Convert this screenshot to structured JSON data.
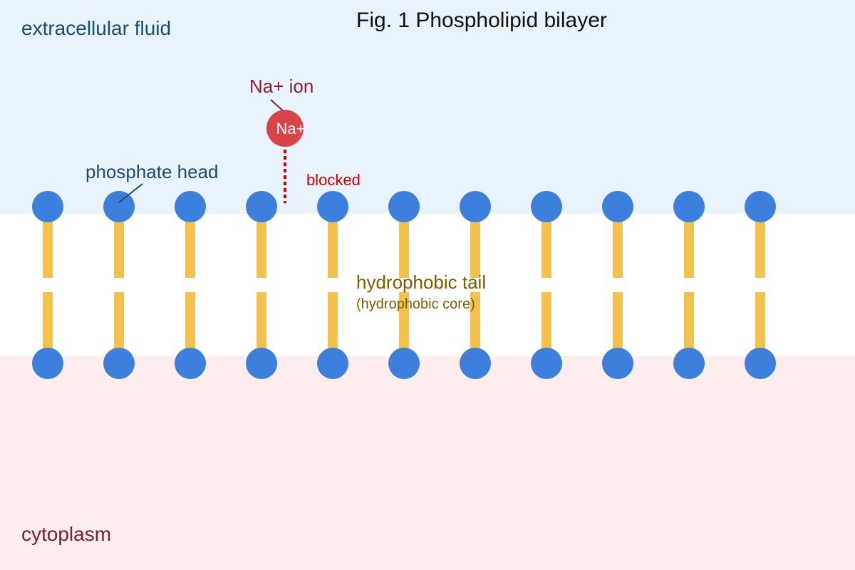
{
  "title": "Fig. 1 Phospholipid bilayer",
  "regions": {
    "extracellular": {
      "label": "extracellular fluid",
      "color": "#e8f3fb",
      "text_color": "#1a4a6e"
    },
    "core": {
      "color": "#ffffff"
    },
    "cytoplasm": {
      "label": "cytoplasm",
      "color": "#fdedef",
      "text_color": "#7a1f2e"
    }
  },
  "labels": {
    "phosphate_head": "phosphate head",
    "na_ion": "Na+ ion",
    "blocked": "blocked",
    "hydrophobic_tail": "hydrophobic tail",
    "hydrophobic_core": "(hydrophobic core)"
  },
  "ion": {
    "symbol": "Na+",
    "color": "#d9434a"
  },
  "colors": {
    "head": "#3d7fdc",
    "tail": "#f2c14e",
    "head_label": "#1a4a6e",
    "ion_label": "#8b1f32",
    "blocked": "#cc0000",
    "tail_label": "#7a5c00",
    "title": "#111111"
  },
  "bilayer": {
    "lipid_count": 11
  }
}
